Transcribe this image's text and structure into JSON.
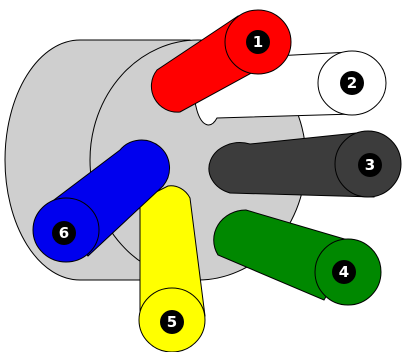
{
  "colors": {
    "body": "#cfcfcf",
    "outline": "#000000",
    "badge": "#000000",
    "badge_text": "#ffffff"
  },
  "wires": [
    {
      "label": "1",
      "color": "#ff0000"
    },
    {
      "label": "2",
      "color": "#ffffff"
    },
    {
      "label": "3",
      "color": "#3c3c3c"
    },
    {
      "label": "4",
      "color": "#008800"
    },
    {
      "label": "5",
      "color": "#ffff00"
    },
    {
      "label": "6",
      "color": "#0000ee"
    }
  ]
}
